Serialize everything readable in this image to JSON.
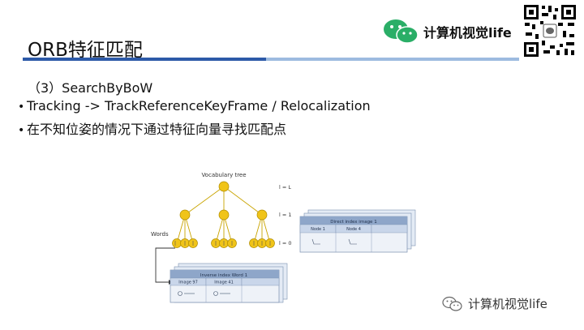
{
  "slide": {
    "title": "ORB特征匹配",
    "subtitle": "（3）SearchByBoW",
    "bullets": [
      "Tracking -> TrackReferenceKeyFrame / Relocalization",
      "在不知位姿的情况下通过特征向量寻找匹配点"
    ]
  },
  "brand": {
    "name": "计算机视觉life",
    "icon": "wechat-icon"
  },
  "watermark": {
    "text": "计算机视觉life",
    "icon": "wechat-outline-icon"
  },
  "diagram": {
    "tree_title": "Vocabulary tree",
    "level_labels": [
      "l = L",
      "l = 1",
      "l = 0"
    ],
    "words_label": "Words",
    "direct_index": {
      "title": "Direct index image 1",
      "cells": [
        "Node 1",
        "Node 4"
      ]
    },
    "inverse_index": {
      "title": "Inverse index Word 1",
      "cells": [
        "Image 97",
        "Image 41"
      ]
    }
  },
  "colors": {
    "title_rule": "#2d5aa8",
    "title_rule_light": "#9dbbe0",
    "node_fill": "#f0c419",
    "table_header": "#8ea6c9"
  }
}
